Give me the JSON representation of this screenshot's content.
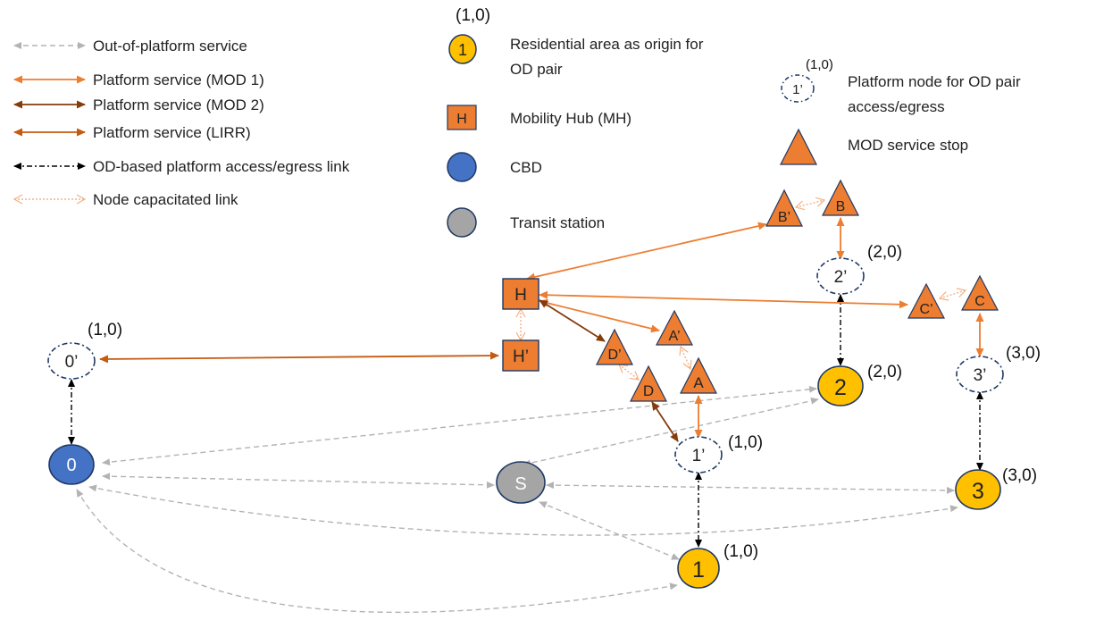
{
  "legend_left": [
    {
      "id": "out",
      "label": "Out-of-platform service",
      "color": "#b3b3b3",
      "style": "dashed"
    },
    {
      "id": "mod1",
      "label": "Platform service (MOD 1)",
      "color": "#ed7d31",
      "style": "solid"
    },
    {
      "id": "mod2",
      "label": "Platform service (MOD 2)",
      "color": "#843c0c",
      "style": "solid"
    },
    {
      "id": "lirr",
      "label": "Platform service (LIRR)",
      "color": "#c55a11",
      "style": "solid"
    },
    {
      "id": "odlink",
      "label": "OD-based platform access/egress link",
      "color": "#000000",
      "style": "dashdot"
    },
    {
      "id": "cap",
      "label": "Node capacitated link",
      "color": "#f4b183",
      "style": "dotted"
    }
  ],
  "legend_right": [
    {
      "id": "res",
      "symbol_text": "1",
      "tag": "(1,0)",
      "label_lines": [
        "Residential area as origin for",
        "OD pair"
      ]
    },
    {
      "id": "mh",
      "symbol_text": "H",
      "label_lines": [
        "Mobility Hub (MH)"
      ]
    },
    {
      "id": "cbd",
      "label_lines": [
        "CBD"
      ]
    },
    {
      "id": "transit",
      "label_lines": [
        "Transit station"
      ]
    },
    {
      "id": "pnode",
      "symbol_text": "1’",
      "tag": "(1,0)",
      "label_lines": [
        "Platform node for OD pair",
        "access/egress"
      ]
    },
    {
      "id": "mod",
      "label_lines": [
        "MOD service stop"
      ]
    }
  ],
  "colors": {
    "orange_fill": "#ed7d31",
    "yellow_fill": "#ffc000",
    "blue_fill": "#4472c4",
    "gray_fill": "#a5a5a5",
    "navy_stroke": "#1f3864",
    "mod1": "#ed7d31",
    "mod2": "#843c0c",
    "lirr": "#c55a11",
    "out": "#b3b3b3",
    "cap": "#f4b183"
  },
  "nodes": {
    "n0": {
      "label": "0"
    },
    "s": {
      "label": "S"
    },
    "n1": {
      "label": "1",
      "tag": "(1,0)"
    },
    "n2": {
      "label": "2",
      "tag": "(2,0)"
    },
    "n3": {
      "label": "3",
      "tag": "(3,0)"
    },
    "p0": {
      "label": "0’",
      "tag": "(1,0)"
    },
    "p1": {
      "label": "1’",
      "tag": "(1,0)"
    },
    "p2": {
      "label": "2’",
      "tag": "(2,0)"
    },
    "p3": {
      "label": "3’",
      "tag": "(3,0)"
    },
    "h": {
      "label": "H"
    },
    "hp": {
      "label": "H’"
    },
    "a": {
      "label": "A"
    },
    "ap": {
      "label": "A’"
    },
    "b": {
      "label": "B"
    },
    "bp": {
      "label": "B’"
    },
    "c": {
      "label": "C"
    },
    "cp": {
      "label": "C’"
    },
    "d": {
      "label": "D"
    },
    "dp": {
      "label": "D’"
    }
  }
}
